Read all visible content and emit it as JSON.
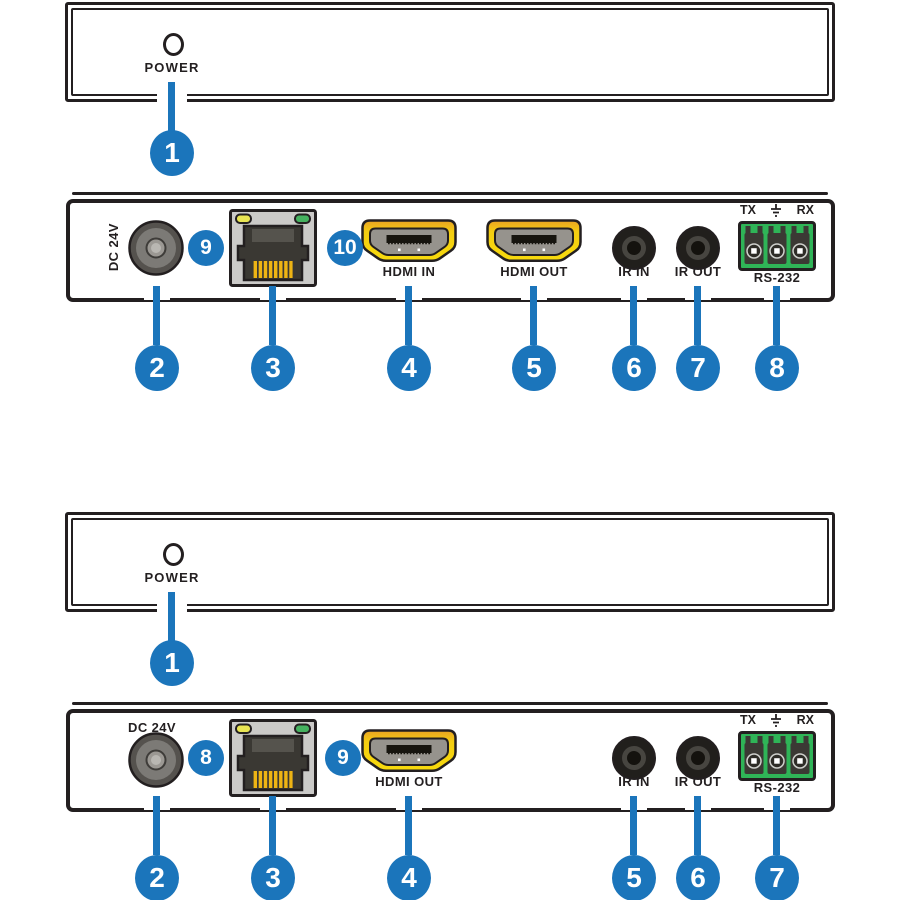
{
  "colors": {
    "blue": "#1b75bb",
    "outline": "#231f20",
    "yellow": "#f6d60e",
    "green": "#2fb457"
  },
  "tx_front": {
    "power": "POWER",
    "callout1": "1"
  },
  "tx_rear": {
    "dc": "DC 24V",
    "hdmi_in": "HDMI IN",
    "hdmi_out": "HDMI OUT",
    "ir_in": "IR IN",
    "ir_out": "IR OUT",
    "rs232": "RS-232",
    "tx": "TX",
    "rx": "RX",
    "badge_lan": "9",
    "badge_hdmi": "10",
    "callouts": [
      "2",
      "3",
      "4",
      "5",
      "6",
      "7",
      "8"
    ]
  },
  "rx_front": {
    "power": "POWER",
    "callout1": "1"
  },
  "rx_rear": {
    "dc": "DC 24V",
    "hdmi_out": "HDMI OUT",
    "ir_in": "IR IN",
    "ir_out": "IR OUT",
    "rs232": "RS-232",
    "tx": "TX",
    "rx": "RX",
    "badge_lan": "8",
    "badge_hdmi": "9",
    "callouts": [
      "2",
      "3",
      "4",
      "5",
      "6",
      "7"
    ]
  }
}
